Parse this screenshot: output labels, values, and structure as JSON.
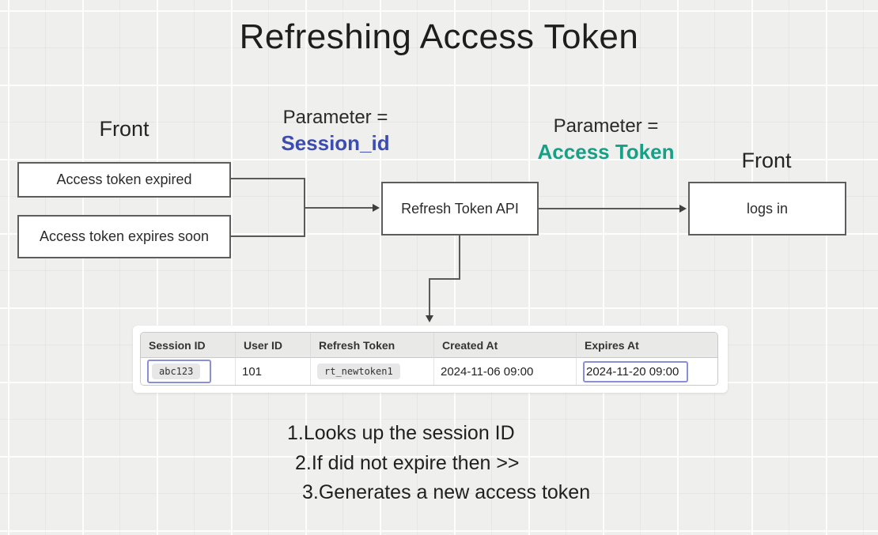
{
  "title": "Refreshing Access Token",
  "colors": {
    "session_id_color": "#3d4cb1",
    "access_token_color": "#17a086",
    "highlight_border_color": "#8a90d8",
    "line_color": "#5a5a5a"
  },
  "labels": {
    "front_left": "Front",
    "front_right": "Front",
    "param_left_prefix": "Parameter =",
    "param_left_value": "Session_id",
    "param_right_prefix": "Parameter =",
    "param_right_value": "Access Token"
  },
  "nodes": {
    "access_token_expired": "Access token expired",
    "access_token_expires_soon": "Access token expires soon",
    "refresh_token_api": "Refresh Token API",
    "logs_in": "logs in"
  },
  "table": {
    "columns": [
      "Session ID",
      "User ID",
      "Refresh Token",
      "Created At",
      "Expires At"
    ],
    "row": [
      "abc123",
      "101",
      "rt_newtoken1",
      "2024-11-06 09:00",
      "2024-11-20 09:00"
    ]
  },
  "steps": [
    "1.Looks up the session ID",
    "2.If did not expire then >>",
    "3.Generates a new access token"
  ]
}
